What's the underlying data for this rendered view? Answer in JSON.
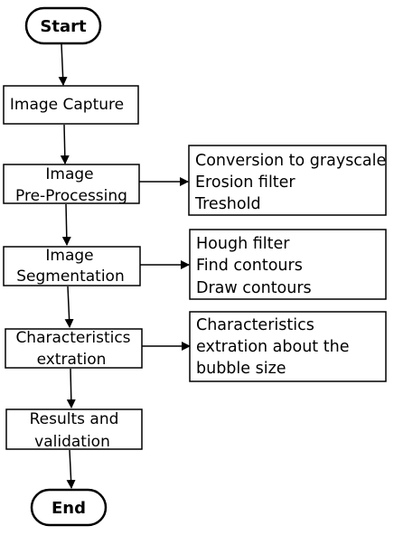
{
  "terminals": {
    "start": "Start",
    "end": "End"
  },
  "steps": [
    {
      "lines": [
        "Image Capture"
      ]
    },
    {
      "lines": [
        "Image",
        "Pre-Processing"
      ]
    },
    {
      "lines": [
        "Image",
        "Segmentation"
      ]
    },
    {
      "lines": [
        "Characteristics",
        "extration"
      ]
    },
    {
      "lines": [
        "Results and",
        "validation"
      ]
    }
  ],
  "notes": [
    {
      "lines": [
        "Conversion to grayscale",
        "Erosion filter",
        "Treshold"
      ]
    },
    {
      "lines": [
        "Hough filter",
        "Find contours",
        "Draw contours"
      ]
    },
    {
      "lines": [
        "Characteristics",
        "extration about the",
        "bubble size"
      ]
    }
  ]
}
